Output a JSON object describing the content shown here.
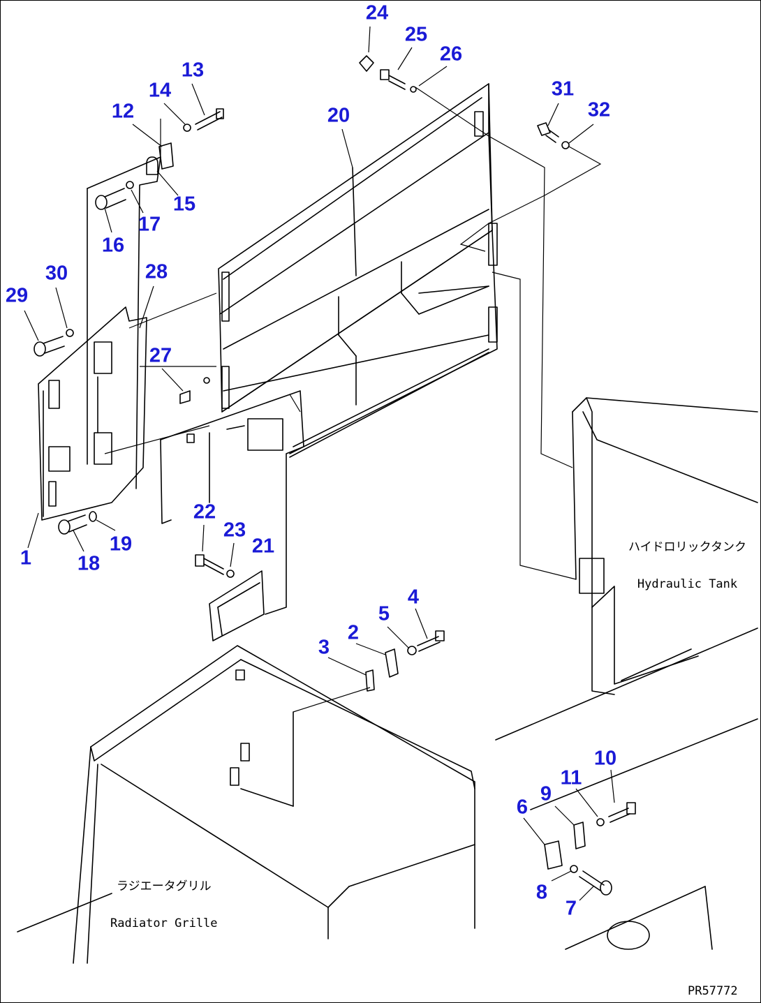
{
  "figure_code": "PR57772",
  "components": {
    "hydraulic_tank": {
      "label_jp": "ハイドロリックタンク",
      "label_en": "Hydraulic Tank"
    },
    "radiator_grille": {
      "label_jp": "ラジエータグリル",
      "label_en": "Radiator Grille"
    }
  },
  "callouts": [
    "1",
    "2",
    "3",
    "4",
    "5",
    "6",
    "7",
    "8",
    "9",
    "10",
    "11",
    "12",
    "13",
    "14",
    "15",
    "16",
    "17",
    "18",
    "19",
    "20",
    "21",
    "22",
    "23",
    "24",
    "25",
    "26",
    "27",
    "28",
    "29",
    "30",
    "31",
    "32"
  ],
  "colors": {
    "callout": "#1a1ad6",
    "line": "#000000",
    "background": "#ffffff"
  }
}
